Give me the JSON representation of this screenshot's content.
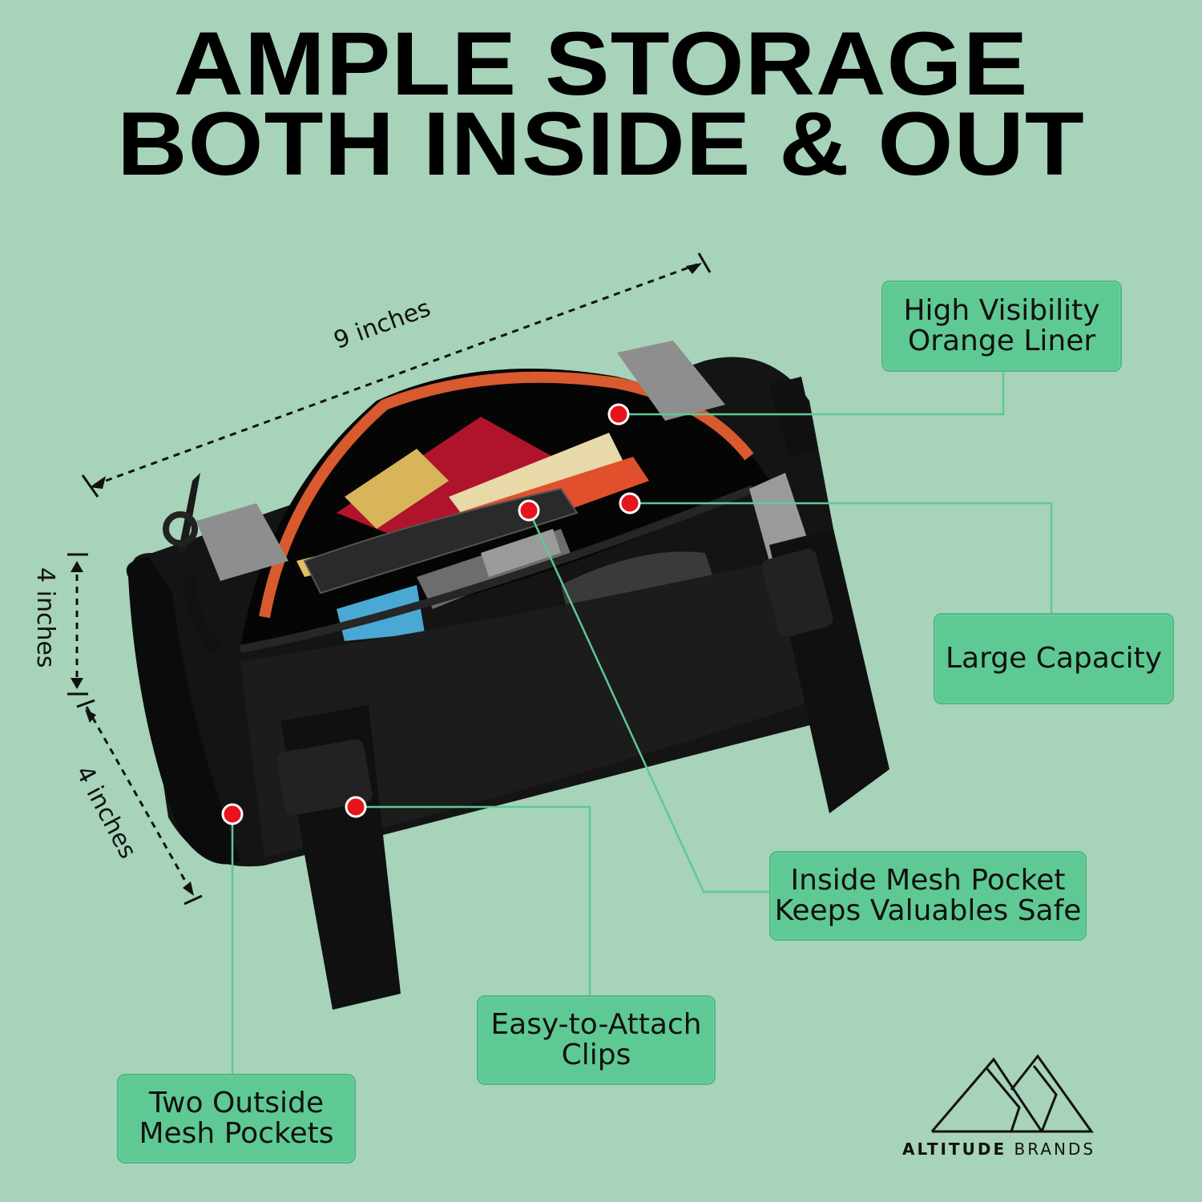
{
  "headline": {
    "line1": "AMPLE STORAGE",
    "line2": "BOTH INSIDE & OUT"
  },
  "dimensions": {
    "length": "9 inches",
    "height": "4 inches",
    "depth": "4 inches"
  },
  "callouts": {
    "liner": {
      "line1": "High Visibility",
      "line2": "Orange Liner"
    },
    "capacity": {
      "line1": "Large Capacity"
    },
    "mesh_inside": {
      "line1": "Inside Mesh Pocket",
      "line2": "Keeps Valuables Safe"
    },
    "clips": {
      "line1": "Easy-to-Attach",
      "line2": "Clips"
    },
    "mesh_outside": {
      "line1": "Two Outside",
      "line2": "Mesh Pockets"
    }
  },
  "brand": {
    "bold": "ALTITUDE",
    "rest": " BRANDS"
  },
  "colors": {
    "background": "#a6d3b9",
    "callout": "#5fc993",
    "marker": "#e8141c",
    "leader_line": "#5fc993"
  }
}
